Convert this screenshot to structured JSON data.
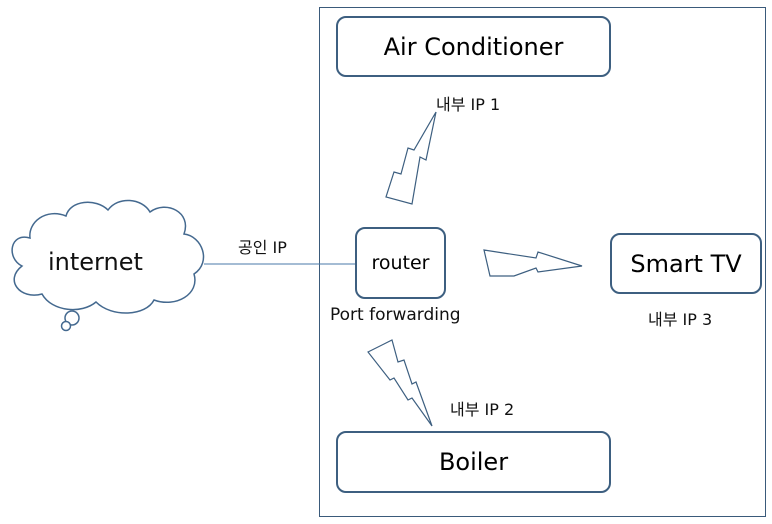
{
  "colors": {
    "stroke": "#3d5f80",
    "cloud": "#44698f",
    "line": "#4a7aa8"
  },
  "internet": {
    "label": "internet"
  },
  "wan": {
    "label": "공인 IP"
  },
  "router": {
    "label": "router",
    "caption": "Port forwarding"
  },
  "devices": {
    "air_conditioner": {
      "label": "Air Conditioner",
      "ip": "내부 IP 1"
    },
    "boiler": {
      "label": "Boiler",
      "ip": "내부 IP 2"
    },
    "smart_tv": {
      "label": "Smart TV",
      "ip": "내부 IP 3"
    }
  },
  "icons": [
    "cloud-icon",
    "lightning-bolt-icon"
  ]
}
